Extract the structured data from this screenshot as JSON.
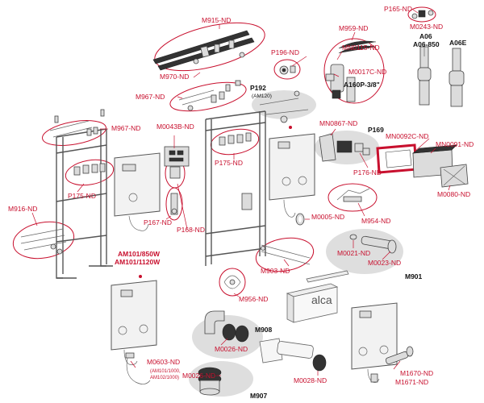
{
  "labels": {
    "m915": "M915-ND",
    "m970": "M970-ND",
    "m967_top": "M967-ND",
    "m967_left": "M967-ND",
    "m0043b": "M0043B-ND",
    "p175_left": "P175-ND",
    "p175_mid": "P175-ND",
    "p167": "P167-ND",
    "p168": "P168-ND",
    "m916": "M916-ND",
    "am101_850": "AM101/850W",
    "am101_1120": "AM101/1120W",
    "p165": "P165-ND",
    "m0243": "M0243-ND",
    "m959": "M959-ND",
    "mn0115": "MN0115-ND",
    "p196": "P196-ND",
    "m0017c": "M0017C-ND",
    "a160p": "A160P-3/8\"",
    "a06": "A06",
    "a06_850": "A06-850",
    "a06e": "A06E",
    "p192": "P192",
    "am120": "(AM120)",
    "mn0867": "MN0867-ND",
    "p169": "P169",
    "mn0092c": "MN0092C-ND",
    "mn0091": "MN0091-ND",
    "p176": "P176-ND",
    "m0080": "M0080-ND",
    "m954": "M954-ND",
    "m0005": "M0005-ND",
    "m903": "M903-ND",
    "m0021": "M0021-ND",
    "m0023": "M0023-ND",
    "m901": "M901",
    "m956": "M956-ND",
    "alca": "alca",
    "m908": "M908",
    "m0026_top": "M0026-ND",
    "m0026_bottom": "M0026-ND",
    "m0603": "M0603-ND",
    "am101_1000": "(AM101/1000,",
    "am102_1000": "AM102/1000)",
    "m907": "M907",
    "m0028": "M0028-ND",
    "m1670": "M1670-ND",
    "m1671": "M1671-ND"
  },
  "colors": {
    "label_red": "#c8102e",
    "label_black": "#111111",
    "highlight_grey": "#dedede",
    "line_grey": "#555555"
  }
}
